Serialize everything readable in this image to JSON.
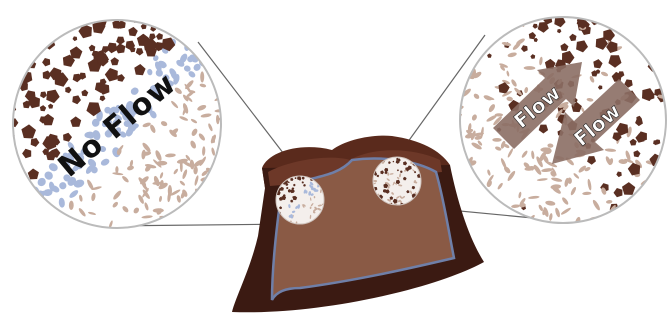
{
  "diagram": {
    "left_inset": {
      "label": "No Flow"
    },
    "right_inset": {
      "labels": [
        "Flow",
        "Flow"
      ]
    }
  },
  "palette": {
    "shell_dark": "#3b1a12",
    "shell_mid": "#5a2a1c",
    "shell_light": "#6d3828",
    "filling": "#8a5a45",
    "filling_edge": "#6f7fa8",
    "dark_particle": "#5a2f22",
    "light_particle": "#c8ad9e",
    "blue_particle": "#a9b9db",
    "circle_edge": "#bbbbbb",
    "leader": "#666666"
  }
}
